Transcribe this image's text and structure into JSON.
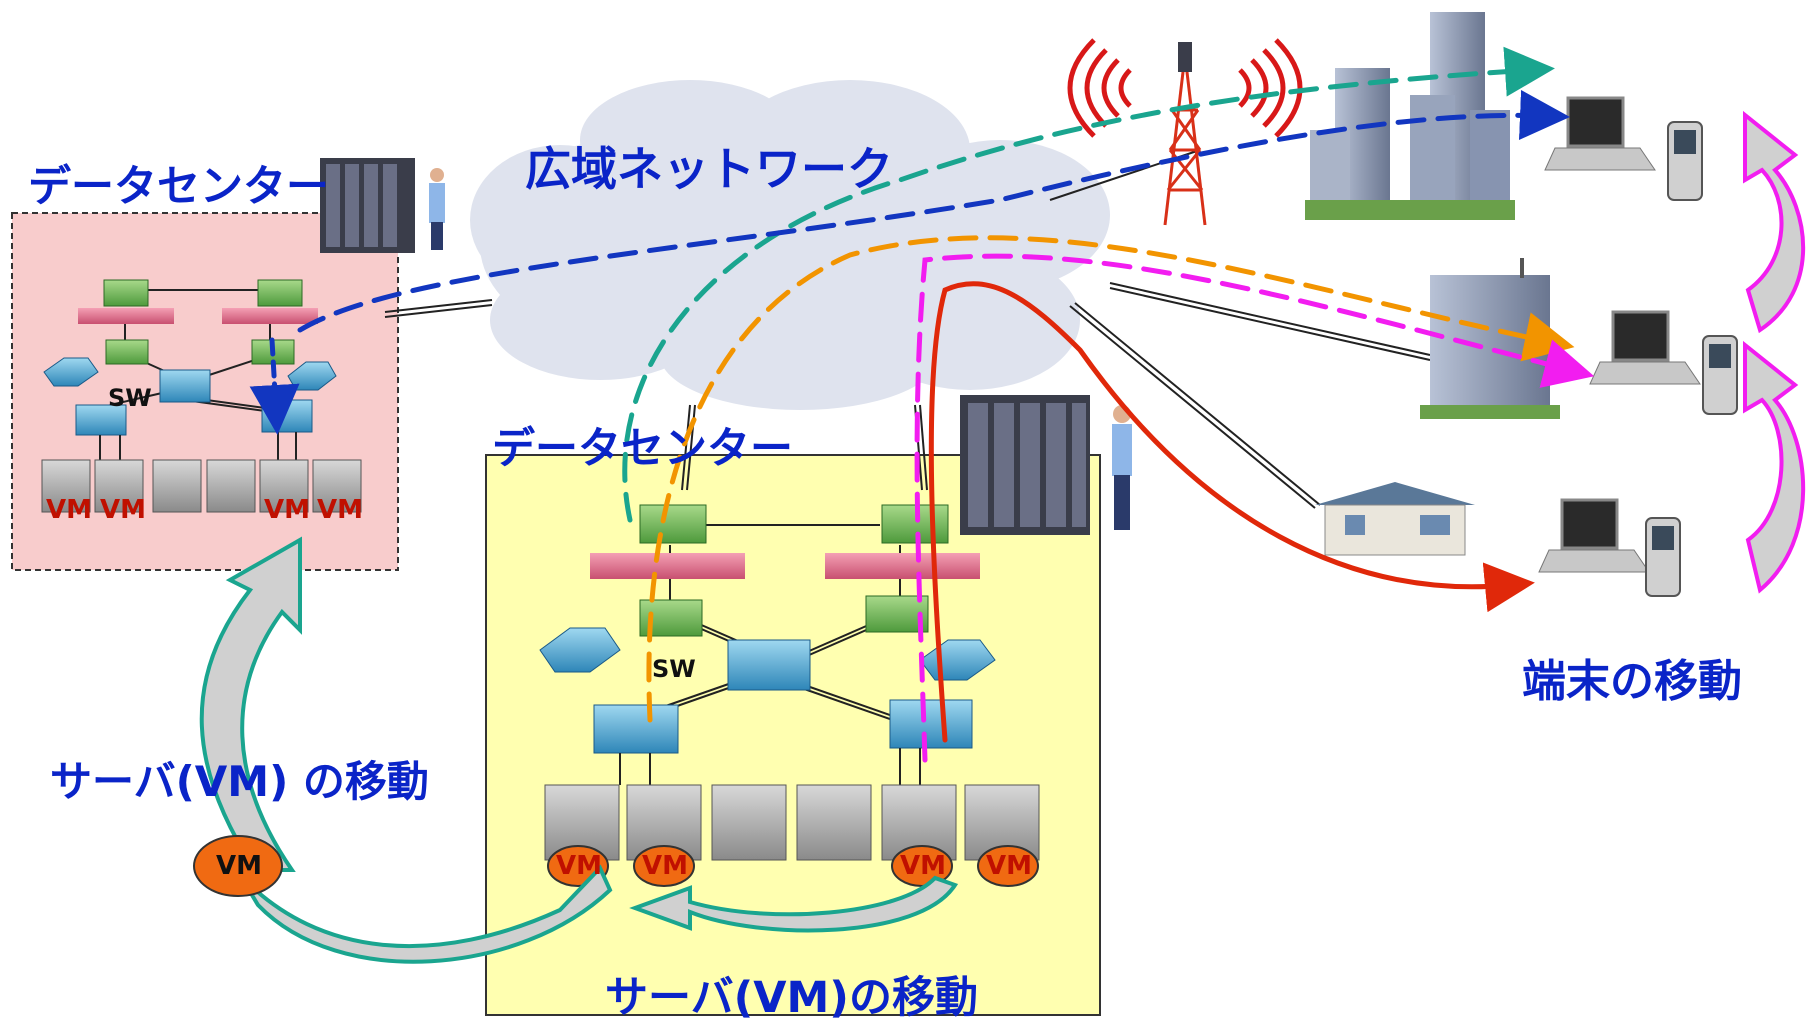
{
  "labels": {
    "datacenter_left": "データセンター",
    "datacenter_center": "データセンター",
    "wan": "広域ネットワーク",
    "terminal_move": "端末の移動",
    "server_move_left": "サーバ(VM) の移動",
    "server_move_bottom": "サーバ(VM)の移動",
    "sw_left": "SW",
    "sw_center": "SW"
  },
  "vm_labels_left": [
    "VM",
    "VM",
    "VM",
    "VM"
  ],
  "vm_labels_center": [
    "VM",
    "VM",
    "VM",
    "VM"
  ],
  "vm_oval": "VM",
  "colors": {
    "label_blue": "#0a24c8",
    "dc_left_fill": "#f8cccc",
    "dc_center_fill": "#ffffb0",
    "teal": "#1aa58f",
    "blue_dash": "#1236c0",
    "orange": "#f29400",
    "magenta": "#f21df0",
    "red": "#e0280a",
    "vm_red": "#c01000"
  }
}
